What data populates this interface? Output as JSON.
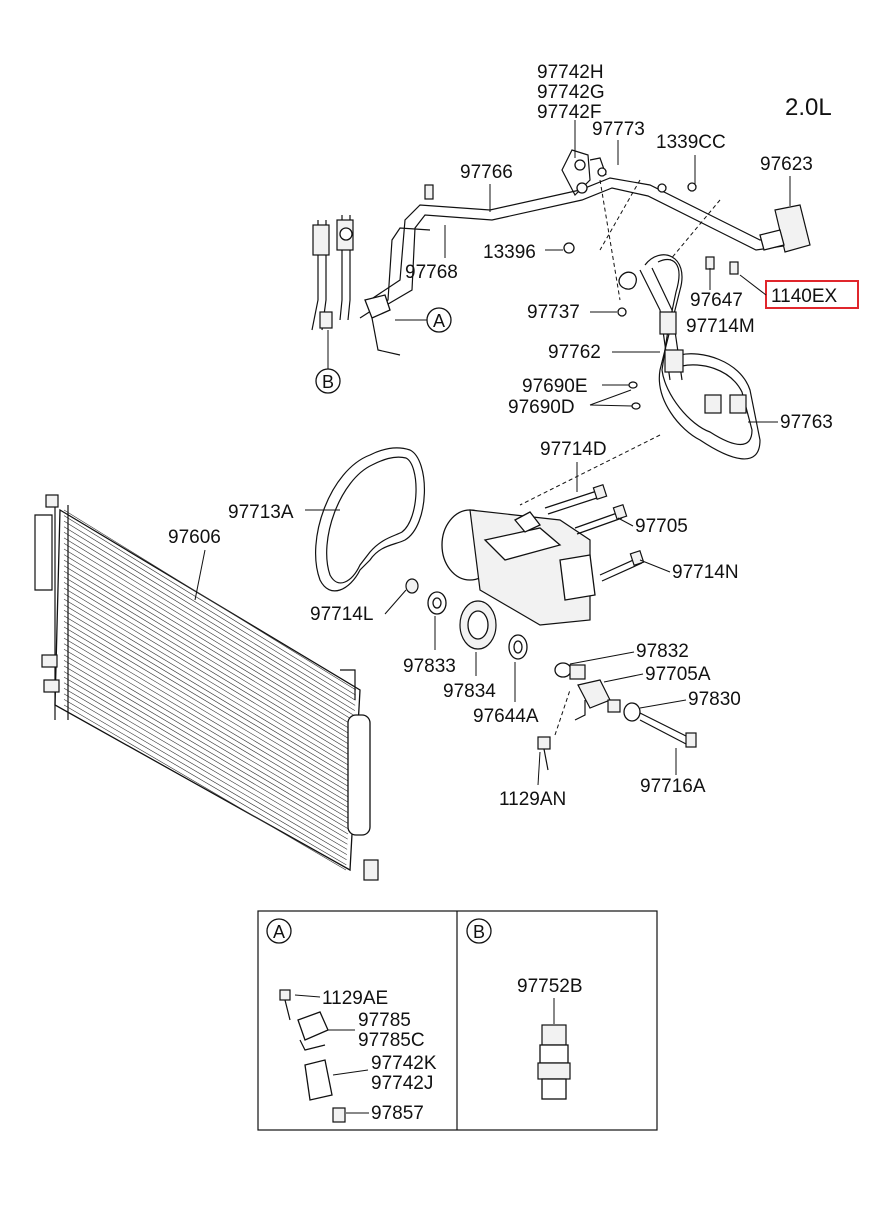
{
  "engine": "2.0L",
  "labels": {
    "p97742H": "97742H",
    "p97742G": "97742G",
    "p97742F": "97742F",
    "p97773": "97773",
    "p1339CC": "1339CC",
    "p97623": "97623",
    "p97766": "97766",
    "p97768": "97768",
    "p13396": "13396",
    "p97737": "97737",
    "p97647": "97647",
    "p1140EX": "1140EX",
    "p97714M": "97714M",
    "p97762": "97762",
    "p97690E": "97690E",
    "p97690D": "97690D",
    "p97763": "97763",
    "p97714D": "97714D",
    "p97713A": "97713A",
    "p97606": "97606",
    "p97705": "97705",
    "p97714N": "97714N",
    "p97714L": "97714L",
    "p97833": "97833",
    "p97834": "97834",
    "p97644A": "97644A",
    "p97832": "97832",
    "p97705A": "97705A",
    "p97830": "97830",
    "p1129AN": "1129AN",
    "p97716A": "97716A",
    "p1129AE": "1129AE",
    "p97785": "97785",
    "p97785C": "97785C",
    "p97742K": "97742K",
    "p97742J": "97742J",
    "p97857": "97857",
    "p97752B": "97752B"
  },
  "callouts": {
    "a": "A",
    "b": "B"
  },
  "highlight_color": "#e0262c"
}
